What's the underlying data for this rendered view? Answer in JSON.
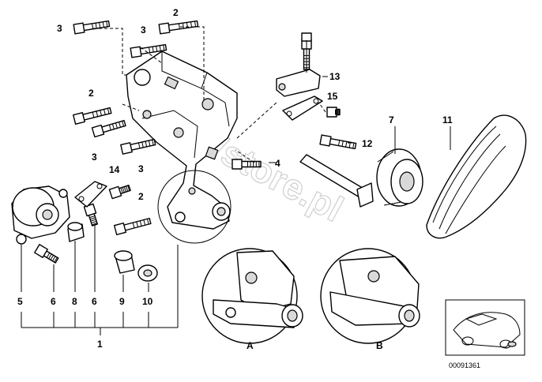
{
  "watermark": "BMWstore.pl",
  "reference_number": "00091361",
  "callouts": {
    "c1": "1",
    "c2a": "2",
    "c2b": "2",
    "c2c": "2",
    "c3a": "3",
    "c3b": "3",
    "c3c": "3",
    "c3d": "3",
    "c4": "4",
    "c5": "5",
    "c6a": "6",
    "c6b": "6",
    "c7": "7",
    "c8": "8",
    "c9": "9",
    "c10": "10",
    "c11": "11",
    "c12": "12",
    "c13": "13",
    "c14": "14",
    "c15": "15"
  },
  "detail_views": {
    "a": "A",
    "b": "B"
  }
}
